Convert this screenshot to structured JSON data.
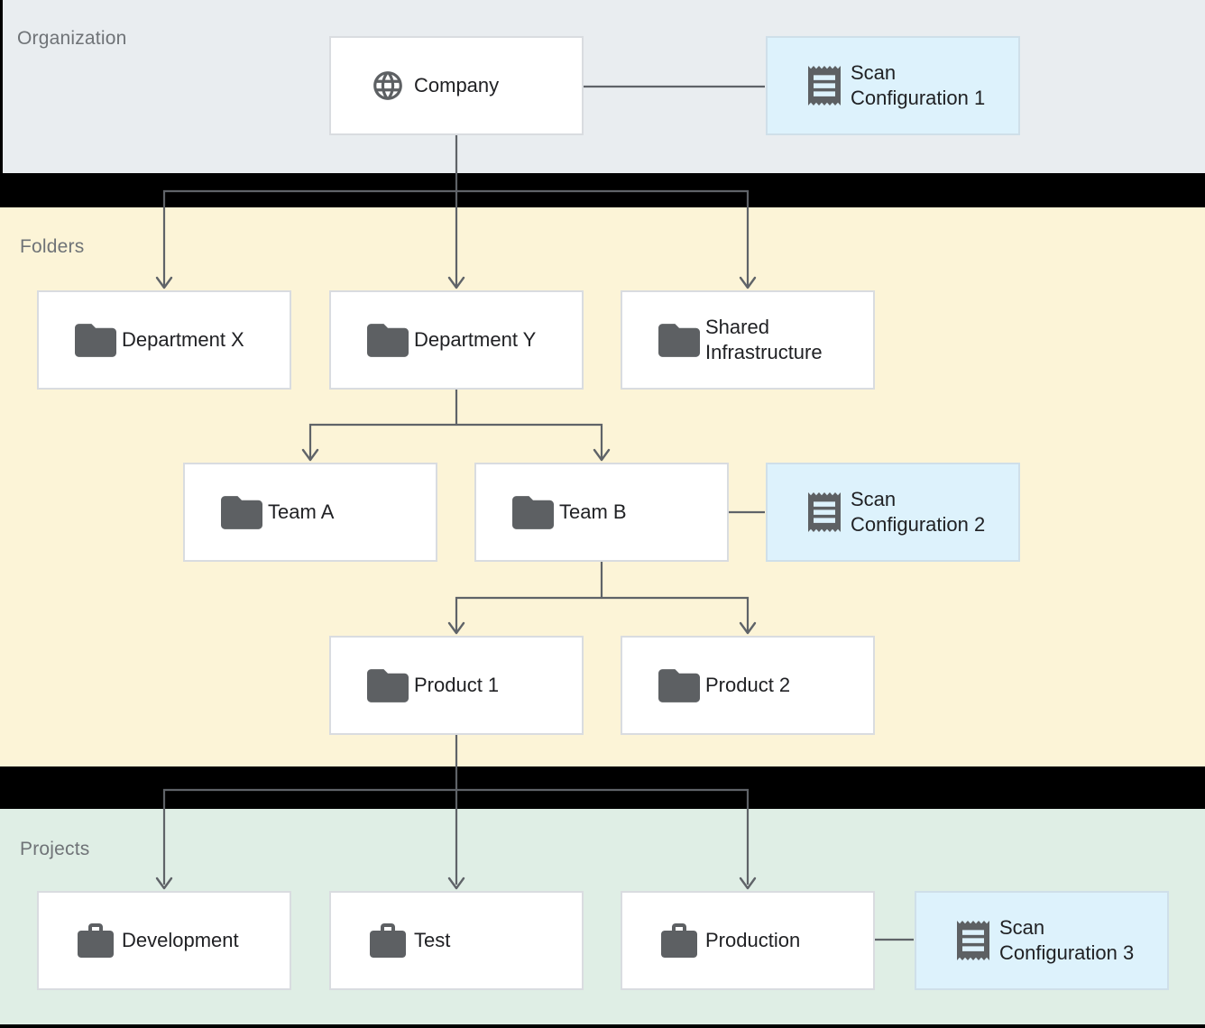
{
  "bands": {
    "organization": {
      "label": "Organization"
    },
    "folders": {
      "label": "Folders"
    },
    "projects": {
      "label": "Projects"
    }
  },
  "nodes": {
    "company": {
      "label": "Company",
      "icon": "globe-icon",
      "band": "organization"
    },
    "scan_config_1": {
      "label": "Scan Configuration 1",
      "icon": "receipt-icon",
      "band": "organization"
    },
    "department_x": {
      "label": "Department X",
      "icon": "folder-icon",
      "band": "folders"
    },
    "department_y": {
      "label": "Department Y",
      "icon": "folder-icon",
      "band": "folders"
    },
    "shared_infrastructure": {
      "label": "Shared Infrastructure",
      "icon": "folder-icon",
      "band": "folders"
    },
    "team_a": {
      "label": "Team A",
      "icon": "folder-icon",
      "band": "folders"
    },
    "team_b": {
      "label": "Team B",
      "icon": "folder-icon",
      "band": "folders"
    },
    "scan_config_2": {
      "label": "Scan Configuration 2",
      "icon": "receipt-icon",
      "band": "folders"
    },
    "product_1": {
      "label": "Product 1",
      "icon": "folder-icon",
      "band": "folders"
    },
    "product_2": {
      "label": "Product 2",
      "icon": "folder-icon",
      "band": "folders"
    },
    "development": {
      "label": "Development",
      "icon": "briefcase-icon",
      "band": "projects"
    },
    "test": {
      "label": "Test",
      "icon": "briefcase-icon",
      "band": "projects"
    },
    "production": {
      "label": "Production",
      "icon": "briefcase-icon",
      "band": "projects"
    },
    "scan_config_3": {
      "label": "Scan Configuration 3",
      "icon": "receipt-icon",
      "band": "projects"
    }
  },
  "colors": {
    "background": "#000000",
    "organization_band": "#e9edf0",
    "folders_band": "#fcf4d7",
    "projects_band": "#dfeee5",
    "node_fill": "#ffffff",
    "scan_config_fill": "#ddf2fc",
    "node_border": "#d9dce0",
    "connector": "#5f6368",
    "icon": "#5d6063",
    "node_label_text": "#202124",
    "band_label_text": "#6f7377"
  }
}
